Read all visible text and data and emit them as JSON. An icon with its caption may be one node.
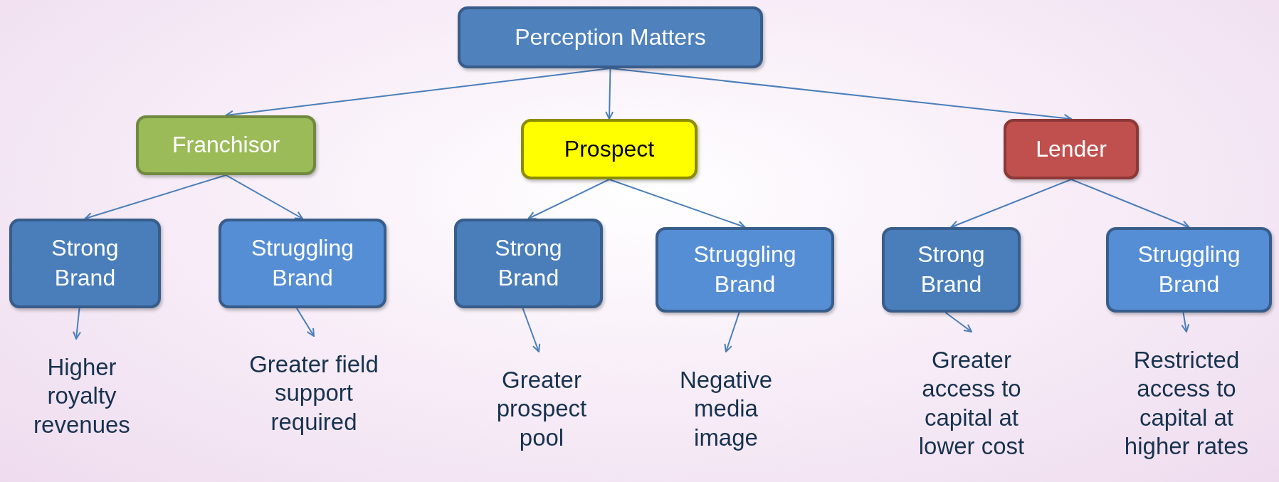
{
  "diagram": {
    "nodes": [
      {
        "text": [
          "Perception Matters"
        ]
      },
      {
        "text": [
          "Franchisor"
        ]
      },
      {
        "text": [
          "Prospect"
        ]
      },
      {
        "text": [
          "Lender"
        ]
      },
      {
        "text": [
          "Strong Brand"
        ]
      },
      {
        "text": [
          "Struggling Brand"
        ]
      },
      {
        "text": [
          "Strong Brand"
        ]
      },
      {
        "text": [
          "Struggling Brand"
        ]
      },
      {
        "text": [
          "Strong Brand"
        ]
      },
      {
        "text": [
          "Struggling Brand"
        ]
      },
      {
        "text": [
          "Higher royalty revenues"
        ]
      },
      {
        "text": [
          "Greater field support required"
        ]
      },
      {
        "text": [
          "Greater prospect pool"
        ]
      },
      {
        "text": [
          "Negative media image"
        ]
      },
      {
        "text": [
          "Greater access to capital at lower cost"
        ]
      },
      {
        "text": [
          "Restricted access to capital at higher rates"
        ]
      }
    ],
    "edges": [
      {
        "from": 0,
        "to": 1,
        "arrow": "to"
      },
      {
        "from": 0,
        "to": 2,
        "arrow": "to"
      },
      {
        "from": 0,
        "to": 3,
        "arrow": "to"
      },
      {
        "from": 1,
        "to": 4,
        "arrow": "to"
      },
      {
        "from": 1,
        "to": 5,
        "arrow": "to"
      },
      {
        "from": 2,
        "to": 6,
        "arrow": "to"
      },
      {
        "from": 2,
        "to": 7,
        "arrow": "to"
      },
      {
        "from": 3,
        "to": 8,
        "arrow": "to"
      },
      {
        "from": 3,
        "to": 9,
        "arrow": "to"
      },
      {
        "from": 4,
        "to": 10,
        "arrow": "to"
      },
      {
        "from": 5,
        "to": 11,
        "arrow": "to"
      },
      {
        "from": 6,
        "to": 12,
        "arrow": "to"
      },
      {
        "from": 7,
        "to": 13,
        "arrow": "to"
      },
      {
        "from": 8,
        "to": 14,
        "arrow": "to"
      },
      {
        "from": 9,
        "to": 15,
        "arrow": "to"
      }
    ]
  }
}
